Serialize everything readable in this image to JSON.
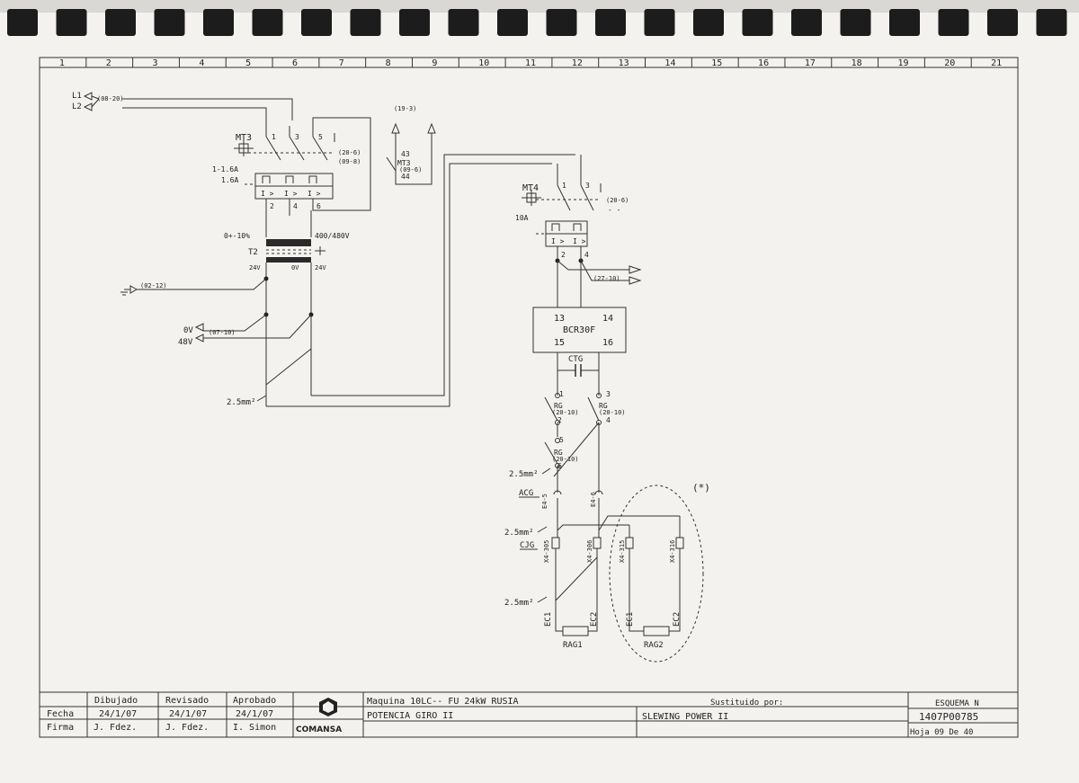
{
  "column_numbers": [
    "1",
    "2",
    "3",
    "4",
    "5",
    "6",
    "7",
    "8",
    "9",
    "10",
    "11",
    "12",
    "13",
    "14",
    "15",
    "16",
    "17",
    "18",
    "19",
    "20",
    "21"
  ],
  "supply": {
    "l1": "L1",
    "l2": "L2",
    "ref": "(08-20)"
  },
  "ref_19_3": "(19-3)",
  "mt3": {
    "label": "MT3",
    "t1": "1",
    "t3": "3",
    "t5": "5",
    "t2": "2",
    "t4": "4",
    "t6": "6",
    "range": "1-1.6A",
    "setting": "1.6A",
    "ref1": "(20-6)",
    "ref2": "(09-8)",
    "aux_a": "43",
    "aux_label": "MT3",
    "aux_ref": "(09-6)",
    "aux_b": "44"
  },
  "transformer": {
    "label": "T2",
    "primary_left": "0+-10%",
    "primary_right": "400/480V",
    "sec_a": "24V",
    "sec_b": "0V",
    "sec_c": "24V"
  },
  "ground_ref": "(02-12)",
  "outputs": {
    "v0": "0V",
    "v48": "48V",
    "ref": "(07-10)"
  },
  "cable_2_5": "2.5mm²",
  "mt4": {
    "label": "MT4",
    "t1": "1",
    "t3": "3",
    "t2": "2",
    "t4": "4",
    "rating": "10A",
    "ref1": "(20-6)",
    "ref2": "(27-10)"
  },
  "bcr": {
    "label": "BCR30F",
    "t13": "13",
    "t14": "14",
    "t15": "15",
    "t16": "16"
  },
  "ctg": "CTG",
  "rg": {
    "label": "RG",
    "ref": "(20-10)",
    "c1": "1",
    "c2": "2",
    "c3": "3",
    "c4": "4",
    "c5": "5",
    "c6": "6"
  },
  "acg": "ACG",
  "cjg": "CJG",
  "e4_5": "E4-5",
  "e4_6": "E4-6",
  "x4": [
    "X4-305",
    "X4-306",
    "X4-315",
    "X4-316"
  ],
  "ec1": "EC1",
  "ec2": "EC2",
  "rag1": "RAG1",
  "rag2": "RAG2",
  "asterisk": "(*)",
  "title_block": {
    "dibujado": "Dibujado",
    "revisado": "Revisado",
    "aprobado": "Aprobado",
    "fecha": "Fecha",
    "firma": "Firma",
    "date1": "24/1/07",
    "date2": "24/1/07",
    "date3": "24/1/07",
    "sig1": "J. Fdez.",
    "sig2": "J. Fdez.",
    "sig3": "I. Simon",
    "company": "COMANSA",
    "machine": "Maquina 10LC-- FU 24kW RUSIA",
    "sustituido": "Sustituido por:",
    "title_es": "POTENCIA GIRO II",
    "title_en": "SLEWING POWER II",
    "esquema": "ESQUEMA N",
    "number": "1407P00785",
    "hoja": "Hoja 09 De 40"
  }
}
